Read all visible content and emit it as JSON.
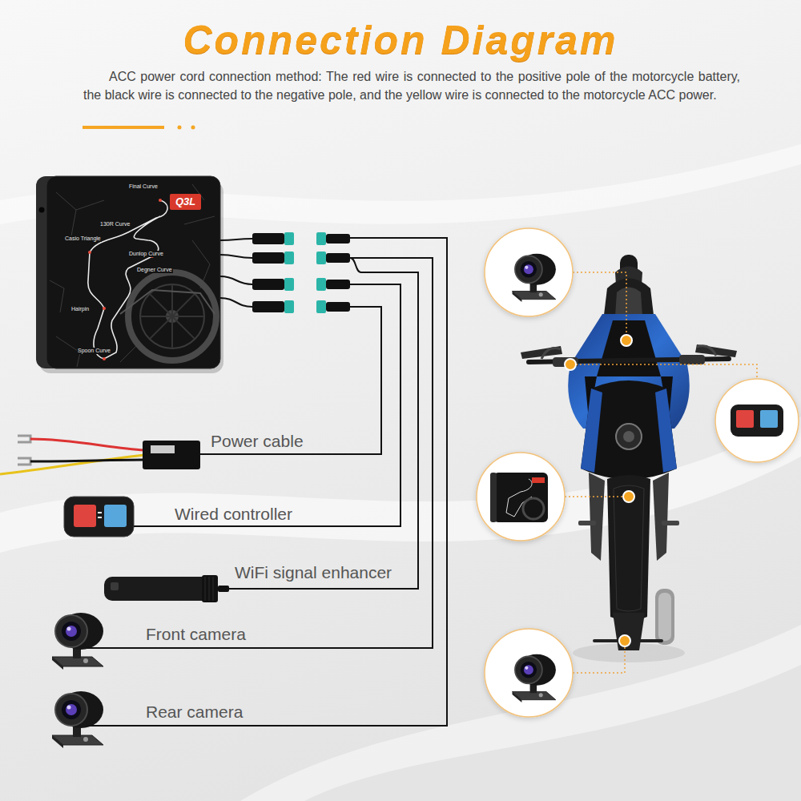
{
  "diagram": {
    "title": "Connection Diagram",
    "nodes": [
      {
        "text": [
          "Q3L"
        ]
      },
      {
        "text": [
          "Power cable"
        ]
      },
      {
        "text": [
          "Wired controller"
        ]
      },
      {
        "text": [
          "WiFi signal enhancer"
        ]
      },
      {
        "text": [
          "Front camera"
        ]
      },
      {
        "text": [
          "Rear camera"
        ]
      }
    ],
    "edges": [
      {
        "from": 0,
        "to": 1,
        "arrow": "none"
      },
      {
        "from": 0,
        "to": 2,
        "arrow": "none"
      },
      {
        "from": 0,
        "to": 3,
        "arrow": "none"
      },
      {
        "from": 0,
        "to": 4,
        "arrow": "none"
      },
      {
        "from": 0,
        "to": 5,
        "arrow": "none"
      }
    ],
    "labels": [
      "ACC power cord connection method: The red wire is connected to the positive pole of the motorcycle battery, the black wire is connected to the negative pole, and the yellow wire is connected to the motorcycle ACC power.",
      "Final Curve",
      "130R Curve",
      "Casio Triangle",
      "Dunlop Curve",
      "Degner Curve",
      "Hairpin",
      "Spoon Curve"
    ]
  }
}
